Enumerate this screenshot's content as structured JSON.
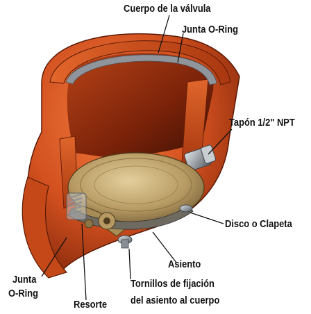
{
  "diagram": {
    "labels": {
      "body": "Cuerpo de la válvula",
      "oring_top": "Junta O-Ring",
      "plug": "Tapón 1/2\" NPT",
      "disc": "Disco o Clapeta",
      "seat": "Asiento",
      "screws_line1": "Tornillos de fijación",
      "screws_line2": "del asiento al cuerpo",
      "oring_left_line1": "Junta",
      "oring_left_line2": "O-Ring",
      "spring": "Resorte"
    },
    "colors": {
      "body_orange": "#d2501f",
      "body_dark": "#8e2a0c",
      "metal_gray": "#9aa0a6",
      "disc_bronze": "#b79a63",
      "leader_line": "#111111"
    }
  }
}
